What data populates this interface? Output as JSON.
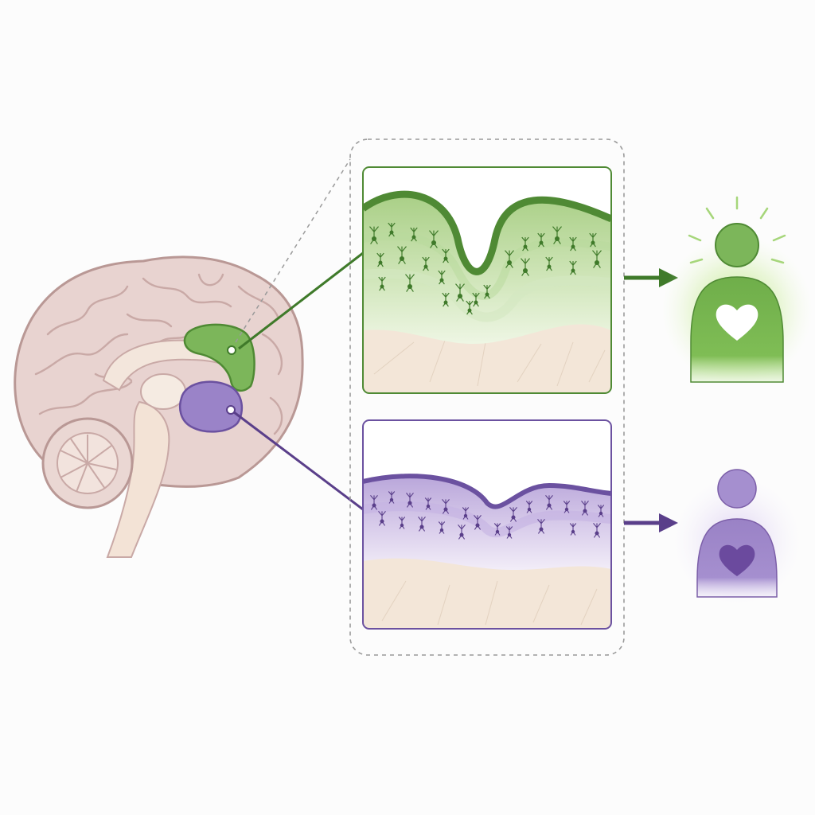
{
  "diagram": {
    "colors": {
      "background": "#fcfcfc",
      "brain_fill": "#e8d3d0",
      "brain_stroke": "#b99895",
      "inner_fill": "#f3e6dc",
      "green": "#5f9a3b",
      "green_dark": "#3f7a2a",
      "green_light": "#b9d89a",
      "purple": "#7b5ea8",
      "purple_dark": "#5a3f8a",
      "purple_light": "#c9b8e0",
      "white_matter": "#f3e6d8",
      "dash_frame": "#9a9a9a"
    },
    "icons": {
      "regions": [
        "green-cortical-region",
        "purple-subcortical-region"
      ],
      "figures": [
        "person-heart-icon-green-glowing",
        "person-heart-icon-purple"
      ]
    }
  }
}
